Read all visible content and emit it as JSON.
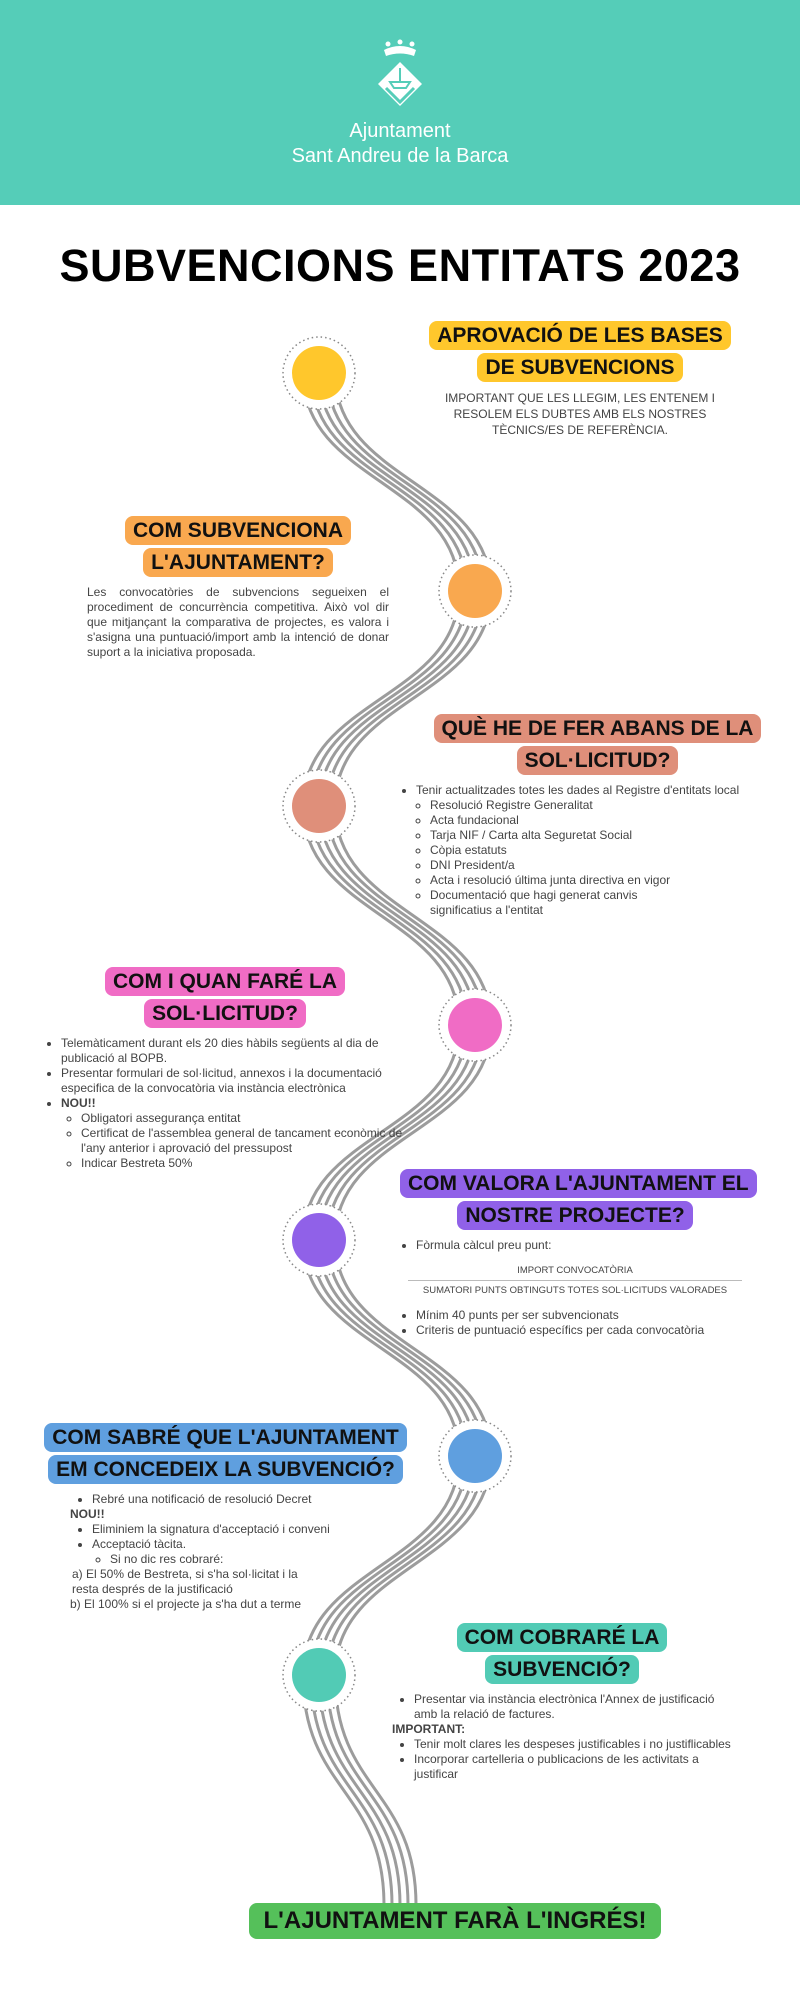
{
  "header": {
    "org_line1": "Ajuntament",
    "org_line2": "Sant Andreu de la Barca",
    "bg": "#55CDB8"
  },
  "title": "SUBVENCIONS ENTITATS 2023",
  "steps": [
    {
      "heading": "APROVACIÓ DE LES BASES DE SUBVENCIONS",
      "color": "#FFC72C",
      "text": "IMPORTANT QUE LES LLEGIM, LES ENTENEM I RESOLEM ELS DUBTES AMB ELS NOSTRES TÈCNICS/ES DE REFERÈNCIA."
    },
    {
      "heading": "COM SUBVENCIONA L'AJUNTAMENT?",
      "color": "#F9A84F",
      "text": "Les convocatòries de subvencions segueixen el procediment de concurrència competitiva. Això vol dir que mitjançant la comparativa de projectes, es valora i s'asigna una puntuació/import amb la intenció de donar suport a la iniciativa proposada."
    },
    {
      "heading": "QUÈ HE DE FER ABANS DE LA SOL·LICITUD?",
      "color": "#DF8F7A",
      "item": "Tenir actualitzades totes les dades al Registre d'entitats local",
      "subitems": [
        "Resolució Registre Generalitat",
        "Acta fundacional",
        "Tarja NIF / Carta alta Seguretat Social",
        "Còpia estatuts",
        "DNI President/a",
        "Acta i resolució última junta directiva en vigor",
        "Documentació que hagi generat canvis significatius a l'entitat"
      ]
    },
    {
      "heading": "COM I QUAN FARÉ LA SOL·LICITUD?",
      "color": "#F06CC5",
      "items": [
        "Telemàticament durant els 20 dies hàbils següents al dia de publicació al BOPB.",
        "Presentar formulari de sol·licitud, annexos i la documentació especifica de la convocatòria via instància electrònica"
      ],
      "new_label": "NOU!!",
      "subitems": [
        "Obligatori assegurança entitat",
        "Certificat de l'assemblea general de tancament econòmic de l'any anterior i aprovació del pressupost",
        "Indicar Bestreta 50%"
      ]
    },
    {
      "heading": "COM VALORA L'AJUNTAMENT EL NOSTRE PROJECTE?",
      "color": "#9061E8",
      "formula_label": "Fòrmula càlcul preu punt:",
      "numerator": "IMPORT CONVOCATÒRIA",
      "denominator": "SUMATORI PUNTS OBTINGUTS TOTES SOL·LICITUDS VALORADES",
      "items": [
        "Mínim 40 punts per ser subvencionats",
        "Criteris de puntuació específics per cada convocatòria"
      ]
    },
    {
      "heading": "COM SABRÉ QUE L'AJUNTAMENT EM CONCEDEIX LA SUBVENCIÓ?",
      "color": "#5F9FDF",
      "item1": "Rebré una notificació de resolució Decret",
      "new_label": "NOU!!",
      "items": [
        "Eliminiem la signatura d'acceptació i conveni",
        "Acceptació tàcita."
      ],
      "subitem": "Si no dic res cobraré:",
      "option_a": "a) El 50% de Bestreta, si s'ha sol·licitat i la resta després de la justificació",
      "option_b": "b) El 100% si el projecte ja s'ha dut a terme"
    },
    {
      "heading": "COM COBRARÉ LA SUBVENCIÓ?",
      "color": "#52CBB5",
      "item1": "Presentar via instància electrònica l'Annex de justificació amb la relació de factures.",
      "important_label": "IMPORTANT:",
      "items": [
        "Tenir molt clares les despeses justificables i no justiflicables",
        "Incorporar cartelleria o publicacions de les activitats a justificar"
      ]
    }
  ],
  "final": {
    "heading": "L'AJUNTAMENT FARÀ L'INGRÉS!",
    "color": "#55C05A"
  }
}
